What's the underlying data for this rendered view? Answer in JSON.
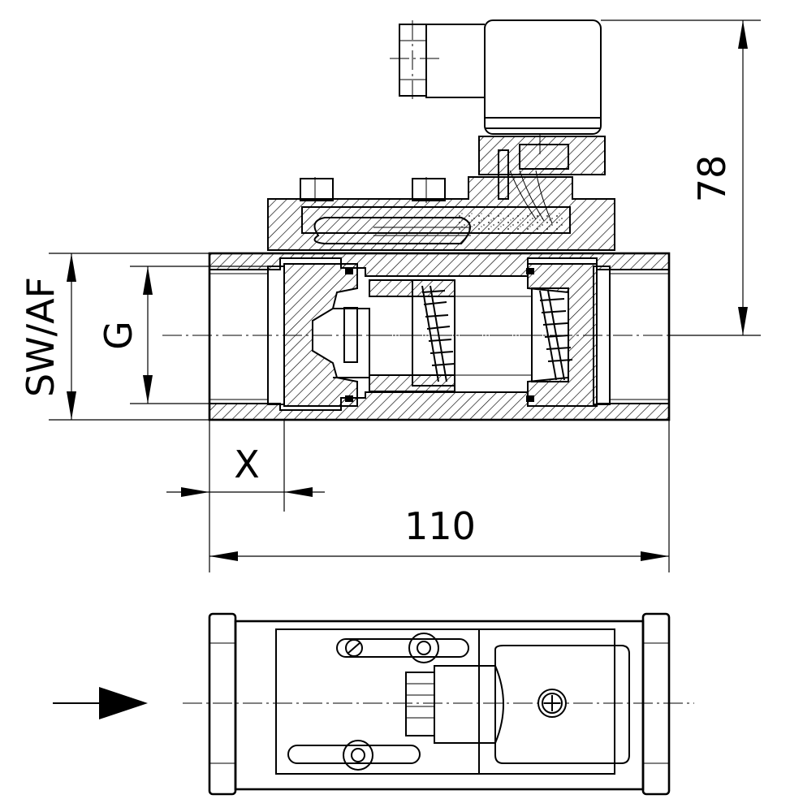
{
  "dimensions": {
    "height_label": "78",
    "width_label": "110",
    "spanner_label": "SW/AF",
    "thread_label": "G",
    "offset_label": "X"
  },
  "flow_direction": "right"
}
